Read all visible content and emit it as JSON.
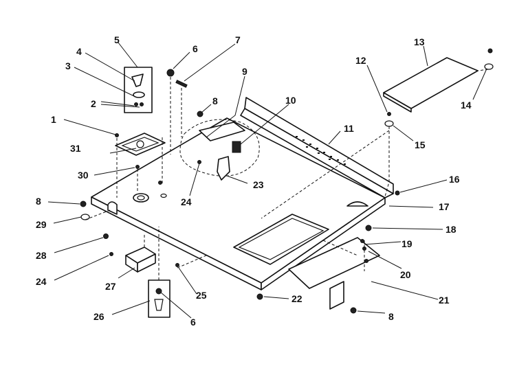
{
  "diagram": {
    "type": "exploded-parts-diagram",
    "callouts": [
      {
        "id": "1",
        "text": "1"
      },
      {
        "id": "2",
        "text": "2"
      },
      {
        "id": "3",
        "text": "3"
      },
      {
        "id": "4",
        "text": "4"
      },
      {
        "id": "5",
        "text": "5"
      },
      {
        "id": "6a",
        "text": "6"
      },
      {
        "id": "6b",
        "text": "6"
      },
      {
        "id": "7",
        "text": "7"
      },
      {
        "id": "8a",
        "text": "8"
      },
      {
        "id": "8b",
        "text": "8"
      },
      {
        "id": "8c",
        "text": "8"
      },
      {
        "id": "9",
        "text": "9"
      },
      {
        "id": "10",
        "text": "10"
      },
      {
        "id": "11",
        "text": "11"
      },
      {
        "id": "12",
        "text": "12"
      },
      {
        "id": "13",
        "text": "13"
      },
      {
        "id": "14",
        "text": "14"
      },
      {
        "id": "15",
        "text": "15"
      },
      {
        "id": "16",
        "text": "16"
      },
      {
        "id": "17",
        "text": "17"
      },
      {
        "id": "18",
        "text": "18"
      },
      {
        "id": "19",
        "text": "19"
      },
      {
        "id": "20",
        "text": "20"
      },
      {
        "id": "21",
        "text": "21"
      },
      {
        "id": "22",
        "text": "22"
      },
      {
        "id": "23",
        "text": "23"
      },
      {
        "id": "24a",
        "text": "24"
      },
      {
        "id": "24b",
        "text": "24"
      },
      {
        "id": "25",
        "text": "25"
      },
      {
        "id": "26",
        "text": "26"
      },
      {
        "id": "27",
        "text": "27"
      },
      {
        "id": "28",
        "text": "28"
      },
      {
        "id": "29",
        "text": "29"
      },
      {
        "id": "30",
        "text": "30"
      },
      {
        "id": "31",
        "text": "31"
      }
    ]
  }
}
